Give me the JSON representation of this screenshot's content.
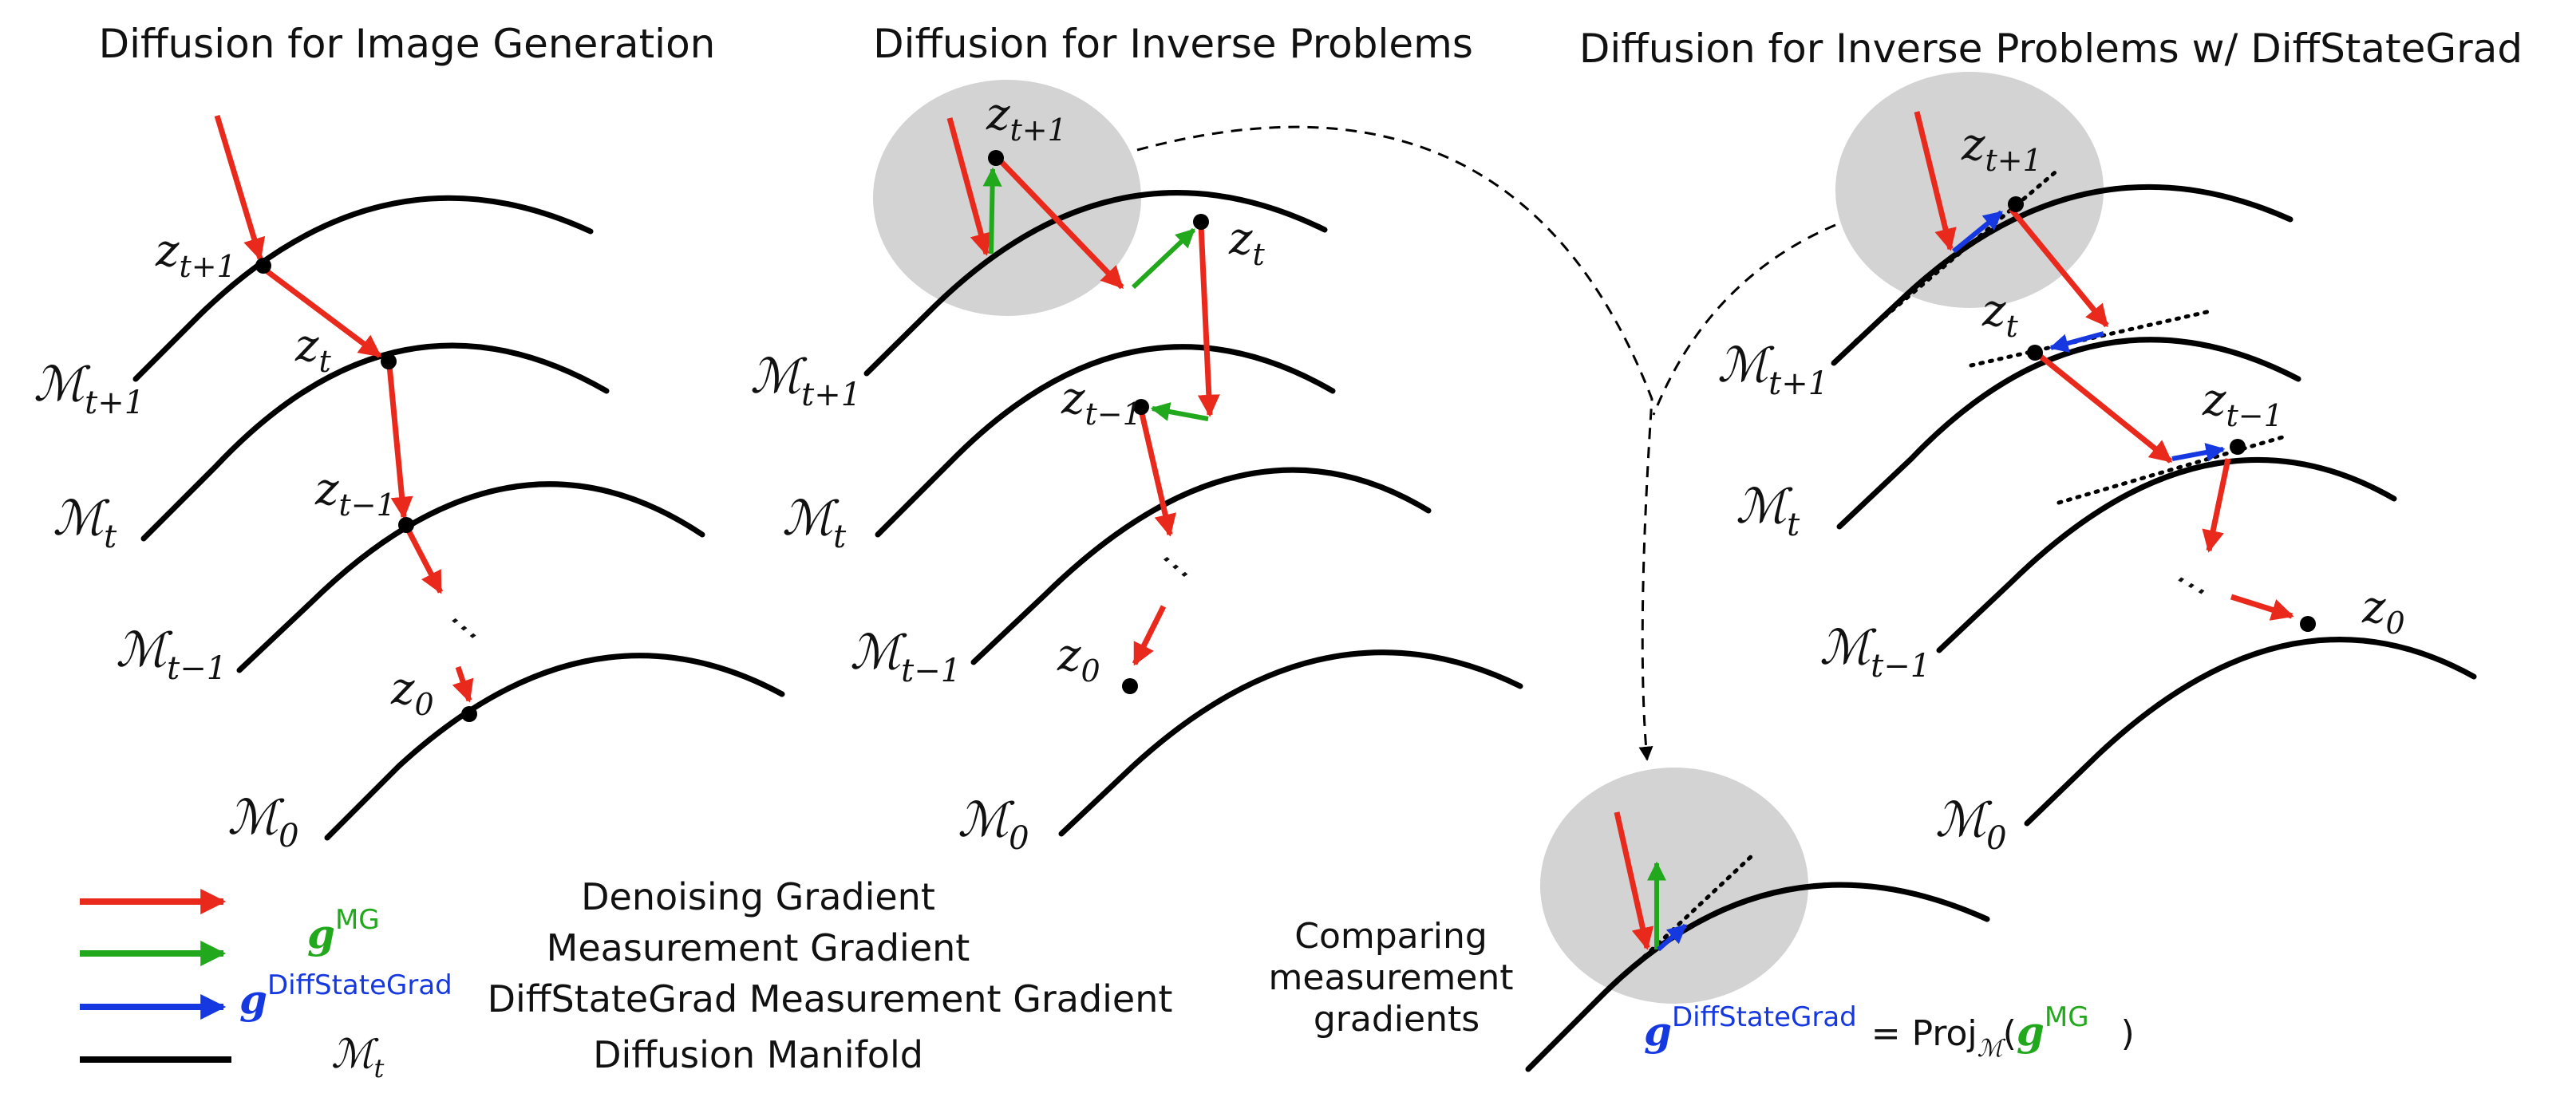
{
  "panels": {
    "image_generation": {
      "title": "Diffusion for Image Generation",
      "manifold_labels": [
        {
          "base": "ℳ",
          "sub": "t+1"
        },
        {
          "base": "ℳ",
          "sub": "t"
        },
        {
          "base": "ℳ",
          "sub": "t−1"
        },
        {
          "base": "ℳ",
          "sub": "0"
        }
      ],
      "point_labels": [
        {
          "base": "z",
          "sub": "t+1"
        },
        {
          "base": "z",
          "sub": "t"
        },
        {
          "base": "z",
          "sub": "t−1"
        },
        {
          "base": "z",
          "sub": "0"
        }
      ],
      "ellipsis": "⋯"
    },
    "inverse_problems": {
      "title": "Diffusion for Inverse Problems",
      "manifold_labels": [
        {
          "base": "ℳ",
          "sub": "t+1"
        },
        {
          "base": "ℳ",
          "sub": "t"
        },
        {
          "base": "ℳ",
          "sub": "t−1"
        },
        {
          "base": "ℳ",
          "sub": "0"
        }
      ],
      "point_labels": [
        {
          "base": "z",
          "sub": "t+1"
        },
        {
          "base": "z",
          "sub": "t"
        },
        {
          "base": "z",
          "sub": "t−1"
        },
        {
          "base": "z",
          "sub": "0"
        }
      ],
      "ellipsis": "⋯"
    },
    "diffstategrad": {
      "title": "Diffusion for Inverse Problems w/ DiffStateGrad",
      "manifold_labels": [
        {
          "base": "ℳ",
          "sub": "t+1"
        },
        {
          "base": "ℳ",
          "sub": "t"
        },
        {
          "base": "ℳ",
          "sub": "t−1"
        },
        {
          "base": "ℳ",
          "sub": "0"
        }
      ],
      "point_labels": [
        {
          "base": "z",
          "sub": "t+1"
        },
        {
          "base": "z",
          "sub": "t"
        },
        {
          "base": "z",
          "sub": "t−1"
        },
        {
          "base": "z",
          "sub": "0"
        }
      ],
      "ellipsis": "⋯"
    }
  },
  "comparison": {
    "caption_lines": [
      "Comparing",
      "measurement",
      "gradients"
    ],
    "formula": {
      "lhs_base": "g",
      "lhs_sup": "DiffStateGrad",
      "equals": "= Proj",
      "proj_sub": "ℳ",
      "open_paren": "(",
      "rhs_base": "g",
      "rhs_sup": "MG",
      "close_paren": ")"
    }
  },
  "legend": {
    "items": [
      {
        "symbol_base": "",
        "symbol_sup": "",
        "label": "Denoising Gradient"
      },
      {
        "symbol_base": "g",
        "symbol_sup": "MG",
        "label": "Measurement Gradient"
      },
      {
        "symbol_base": "g",
        "symbol_sup": "DiffStateGrad",
        "label": "DiffStateGrad Measurement Gradient"
      },
      {
        "symbol_base": "ℳ",
        "symbol_sup": "t",
        "label": "Diffusion Manifold"
      }
    ]
  },
  "colors": {
    "denoising": "#e8291c",
    "measurement": "#22a81c",
    "diffstategrad": "#1638e0",
    "manifold": "#000000",
    "halo": "#d3d3d3"
  }
}
